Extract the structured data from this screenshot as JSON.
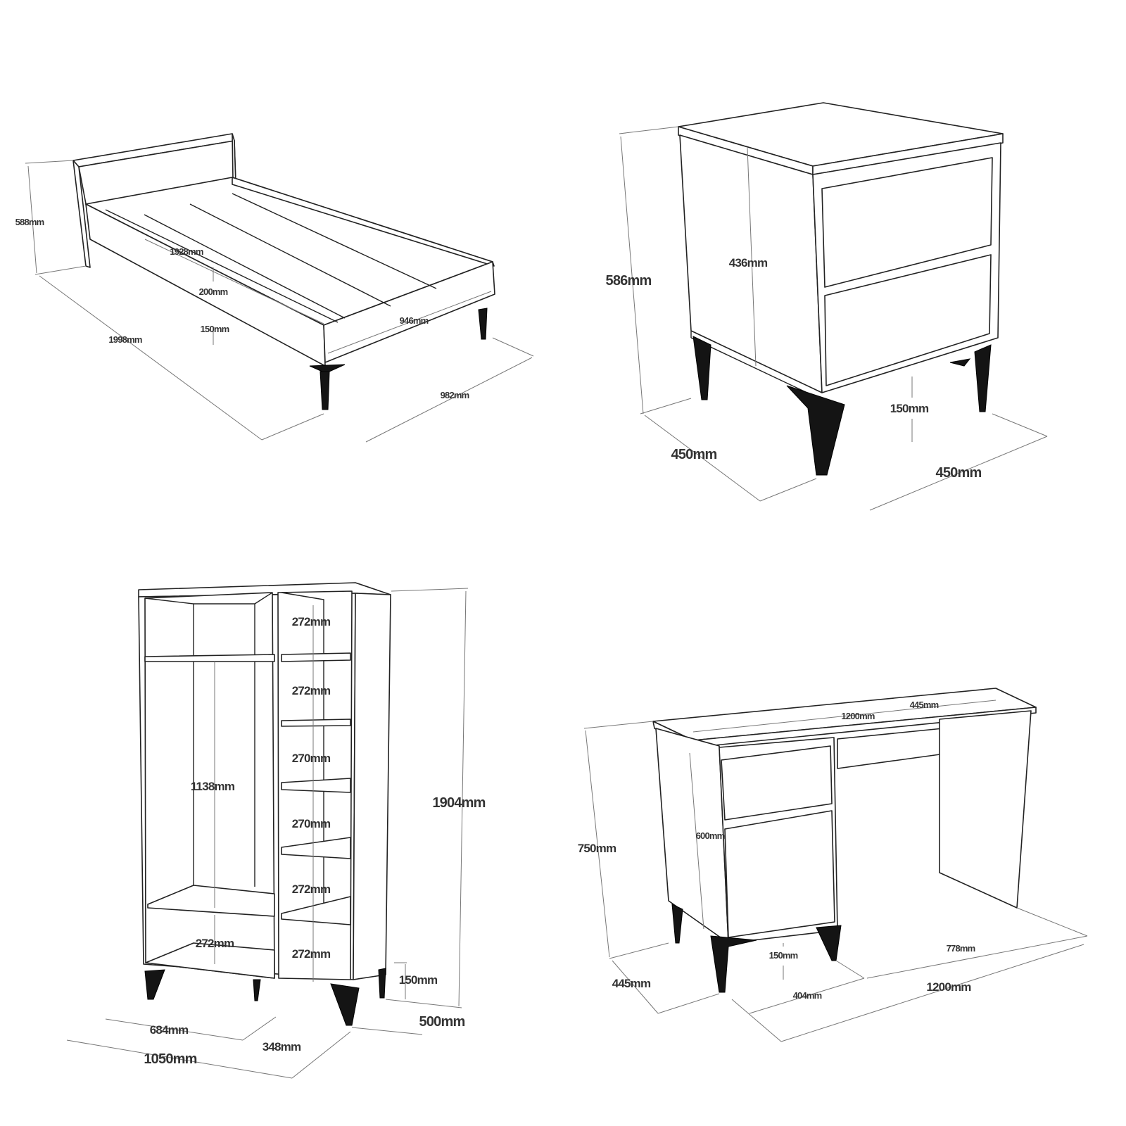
{
  "bed": {
    "headboard_height": "588mm",
    "inner_length": "1928mm",
    "frame_height": "200mm",
    "leg_height": "150mm",
    "total_length": "1998mm",
    "inner_width": "946mm",
    "total_width": "982mm"
  },
  "nightstand": {
    "total_height": "586mm",
    "body_height": "436mm",
    "leg_height": "150mm",
    "depth": "450mm",
    "width": "450mm"
  },
  "wardrobe": {
    "shelf_gaps": [
      "272mm",
      "272mm",
      "270mm",
      "270mm",
      "272mm",
      "272mm"
    ],
    "hanging_height": "1138mm",
    "bottom_gap": "272mm",
    "total_height": "1904mm",
    "leg_height": "150mm",
    "depth": "500mm",
    "left_width": "684mm",
    "right_width": "348mm",
    "total_width": "1050mm"
  },
  "desk": {
    "top_width": "1200mm",
    "top_depth": "445mm",
    "total_height": "750mm",
    "pedestal_height": "600mm",
    "leg_height": "150mm",
    "knee_width": "778mm",
    "depth": "445mm",
    "pedestal_width": "404mm",
    "total_width": "1200mm"
  }
}
